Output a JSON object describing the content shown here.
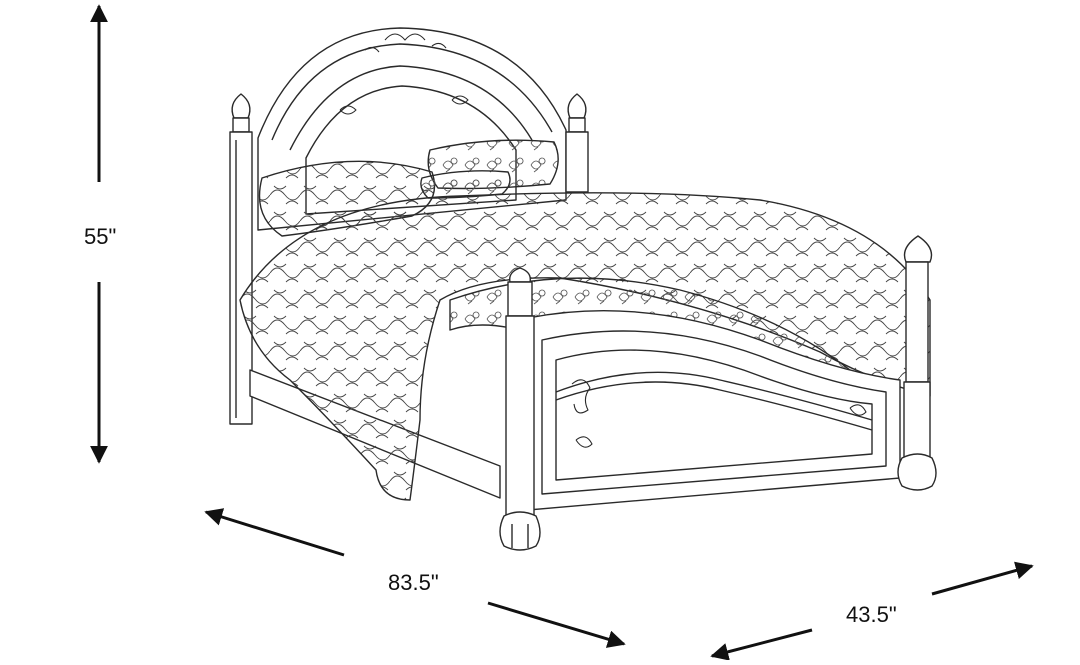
{
  "dimensions": {
    "height": "55\"",
    "length": "83.5\"",
    "width": "43.5\""
  },
  "colors": {
    "line": "#2a2a2a",
    "arrow": "#111111",
    "background": "#ffffff"
  },
  "icons": {
    "bed": "poster-bed-sketch",
    "arrows": "double-headed-dimension-arrow"
  }
}
